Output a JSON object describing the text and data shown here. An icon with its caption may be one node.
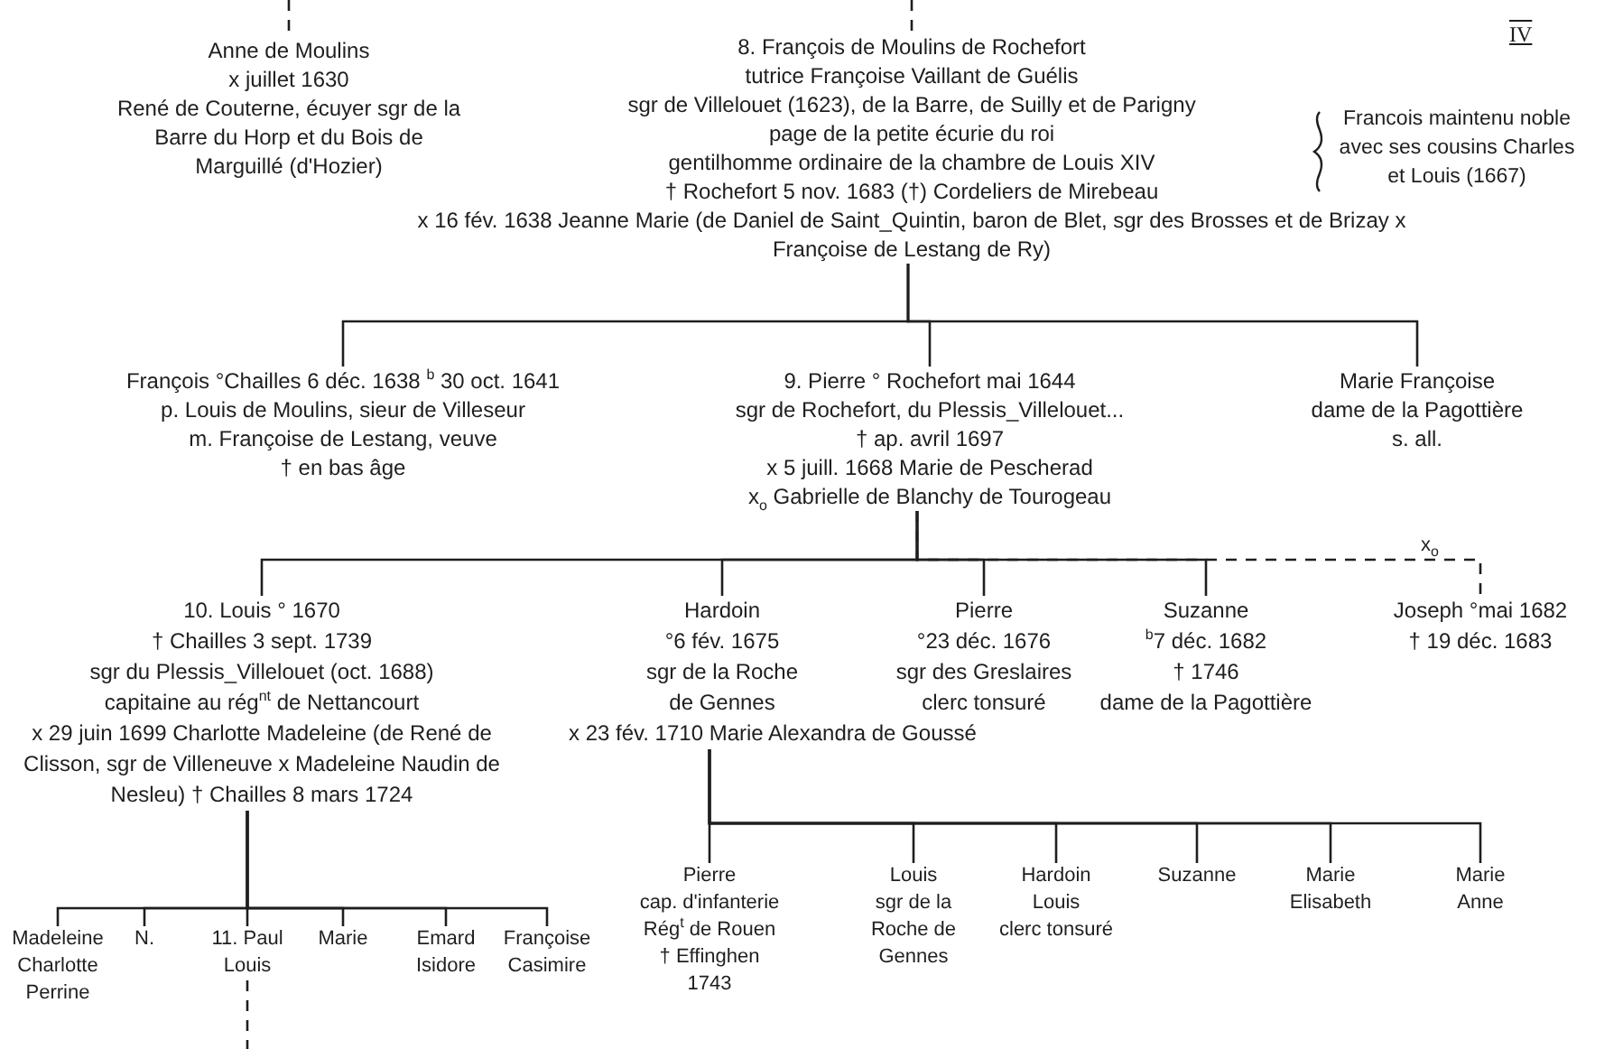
{
  "diagram": {
    "nodes": [
      {
        "text": [
          "Anne de Moulins",
          "x juillet 1630",
          "René de Couterne, écuyer sgr de la Barre du Horp et du Bois de Marguillé (d'Hozier)"
        ]
      },
      {
        "text": [
          "8. François de Moulins de Rochefort",
          "tutrice Françoise Vaillant de Guélis",
          "sgr de Villelouet (1623), de la Barre, de Suilly et de Parigny",
          "page de la petite écurie du roi",
          "gentilhomme ordinaire de la chambre de Louis XIV",
          "† Rochefort 5 nov. 1683 (†) Cordeliers de Mirebeau",
          "x 16 fév. 1638 Jeanne Marie (de Daniel de Saint_Quintin, baron de Blet, sgr des Brosses et de Brizay x Françoise de Lestang de Ry)"
        ],
        "beside": [
          "Francois maintenu noble avec ses cousins Charles et Louis (1667)"
        ]
      },
      {
        "text": [
          "François °Chailles 6 déc. 1638 $^{b}$ 30 oct. 1641",
          "p. Louis de Moulins, sieur de Villeseur",
          "m. Françoise de Lestang, veuve",
          "† en bas âge"
        ]
      },
      {
        "text": [
          "9. Pierre ° Rochefort mai 1644",
          "sgr de Rochefort, du Plessis_Villelouet...",
          "† ap. avril 1697",
          "x 5 juill. 1668 Marie de Pescherad",
          "x$_{o}$ Gabrielle de Blanchy de Tourogeau"
        ]
      },
      {
        "text": [
          "Marie Françoise",
          "dame de la Pagottière",
          "s. all."
        ]
      },
      {
        "text": [
          "10. Louis ° 1670",
          "† Chailles 3 sept. 1739",
          "sgr du Plessis_Villelouet (oct. 1688)",
          "capitaine au rég$^{nt}$ de Nettancourt",
          "x 29 juin 1699 Charlotte Madeleine (de René de Clisson, sgr de Villeneuve x Madeleine Naudin de Nesleu) † Chailles 8 mars 1724"
        ]
      },
      {
        "text": [
          "Hardoin",
          "°6 fév. 1675",
          "sgr de la Roche de Gennes",
          "x 23 fév. 1710 Marie Alexandra de Goussé"
        ]
      },
      {
        "text": [
          "Pierre",
          "°23 déc. 1676",
          "sgr des Greslaires",
          "clerc tonsuré"
        ]
      },
      {
        "text": [
          "Suzanne",
          "$^{b}$7 déc. 1682",
          "† 1746",
          "dame de la Pagottière"
        ]
      },
      {
        "text": [
          "Joseph °mai 1682",
          "† 19 déc. 1683"
        ]
      },
      {
        "text": [
          "Madeleine Charlotte Perrine"
        ]
      },
      {
        "text": [
          "N."
        ]
      },
      {
        "text": [
          "11. Paul Louis"
        ]
      },
      {
        "text": [
          "Marie"
        ]
      },
      {
        "text": [
          "Emard Isidore"
        ]
      },
      {
        "text": [
          "Françoise Casimire"
        ]
      },
      {
        "text": [
          "Pierre",
          "cap. d'infanterie Rég$^{t}$ de Rouen",
          "† Effinghen 1743"
        ]
      },
      {
        "text": [
          "Louis",
          "sgr de la Roche de Gennes"
        ]
      },
      {
        "text": [
          "Hardoin Louis",
          "clerc tonsuré"
        ]
      },
      {
        "text": [
          "Suzanne"
        ]
      },
      {
        "text": [
          "Marie Elisabeth"
        ]
      },
      {
        "text": [
          "Marie Anne"
        ]
      }
    ],
    "edges": [
      {
        "from": null,
        "to": 0,
        "arrow": "none",
        "style": "dashed"
      },
      {
        "from": null,
        "to": 1,
        "arrow": "none",
        "style": "dashed"
      },
      {
        "from": 1,
        "to": 2,
        "arrow": "none"
      },
      {
        "from": 1,
        "to": 3,
        "arrow": "none"
      },
      {
        "from": 1,
        "to": 4,
        "arrow": "none"
      },
      {
        "from": 3,
        "to": 5,
        "arrow": "none"
      },
      {
        "from": 3,
        "to": 6,
        "arrow": "none"
      },
      {
        "from": 3,
        "to": 7,
        "arrow": "none"
      },
      {
        "from": 3,
        "to": 8,
        "arrow": "none"
      },
      {
        "from": 3,
        "to": 9,
        "arrow": "none",
        "style": "dashed",
        "label": "x$_{o}$"
      },
      {
        "from": 5,
        "to": 10,
        "arrow": "none"
      },
      {
        "from": 5,
        "to": 11,
        "arrow": "none"
      },
      {
        "from": 5,
        "to": 12,
        "arrow": "none"
      },
      {
        "from": 5,
        "to": 13,
        "arrow": "none"
      },
      {
        "from": 5,
        "to": 14,
        "arrow": "none"
      },
      {
        "from": 5,
        "to": 15,
        "arrow": "none"
      },
      {
        "from": 6,
        "to": 16,
        "arrow": "none"
      },
      {
        "from": 6,
        "to": 17,
        "arrow": "none"
      },
      {
        "from": 6,
        "to": 18,
        "arrow": "none"
      },
      {
        "from": 6,
        "to": 19,
        "arrow": "none"
      },
      {
        "from": 6,
        "to": 20,
        "arrow": "none"
      },
      {
        "from": 6,
        "to": 21,
        "arrow": "none"
      },
      {
        "from": 12,
        "to": null,
        "arrow": "none",
        "style": "dashed"
      }
    ],
    "labels": [
      "IV"
    ]
  }
}
